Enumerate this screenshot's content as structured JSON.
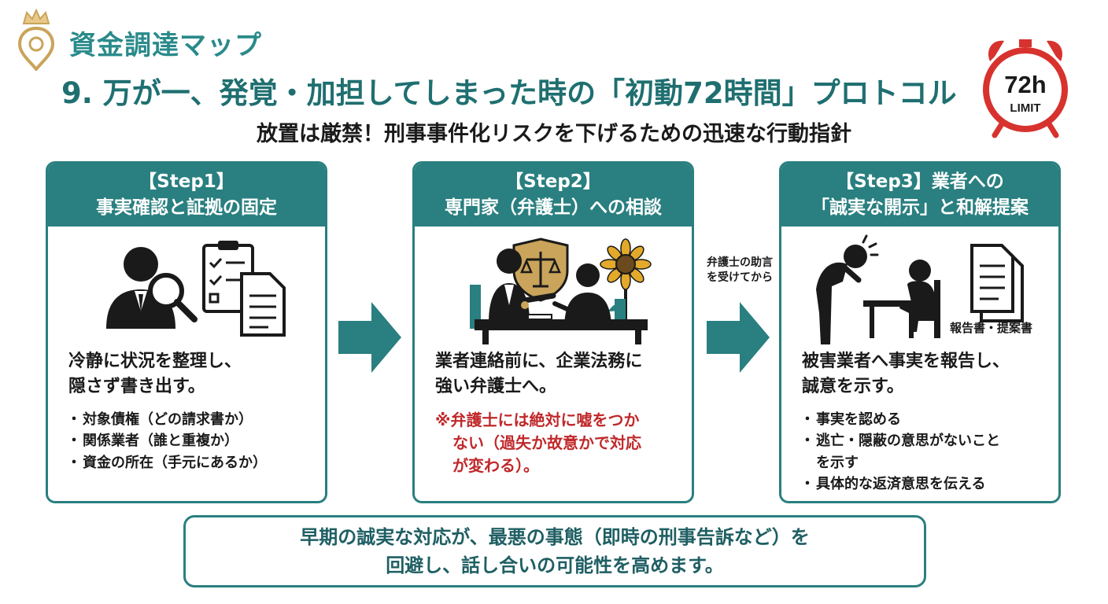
{
  "header": {
    "brand": "資金調達マップ",
    "title": "9. 万が一、発覚・加担してしまった時の「初動72時間」プロトコル",
    "subtitle": "放置は厳禁！刑事事件化リスクを下げるための迅速な行動指針",
    "timer": {
      "value": "72h",
      "label": "LIMIT"
    }
  },
  "steps": [
    {
      "head_line1": "【Step1】",
      "head_line2": "事実確認と証拠の固定",
      "main_line1": "冷静に状況を整理し、",
      "main_line2": "隠さず書き出す。",
      "bullets": [
        "対象債権（どの請求書か）",
        "関係業者（誰と重複か）",
        "資金の所在（手元にあるか）"
      ]
    },
    {
      "head_line1": "【Step2】",
      "head_line2": "専門家（弁護士）への相談",
      "main_line1": "業者連絡前に、企業法務に",
      "main_line2": "強い弁護士へ。",
      "warning_line1": "※弁護士には絶対に嘘をつか",
      "warning_line2": "ない（過失か故意かで対応",
      "warning_line3": "が変わる）。"
    },
    {
      "head_line1": "【Step3】業者への",
      "head_line2": "「誠実な開示」と和解提案",
      "doc_label": "報告書・提案書",
      "main_line1": "被害業者へ事実を報告し、",
      "main_line2": "誠意を示す。",
      "bullets": [
        "事実を認める",
        "逃亡・隠蔽の意思がないこと",
        "具体的な返済意思を伝える"
      ],
      "bullet2_cont": "を示す"
    }
  ],
  "connector_note": {
    "line1": "弁護士の助言",
    "line2": "を受けてから"
  },
  "summary": {
    "line1": "早期の誠実な対応が、最悪の事態（即時の刑事告訴など）を",
    "line2": "回避し、話し合いの可能性を高めます。"
  },
  "colors": {
    "teal": "#2a7f80",
    "title_teal": "#1f6f70",
    "warning_red": "#c0282a",
    "timer_red": "#d8322e",
    "gold": "#c9a45a"
  }
}
